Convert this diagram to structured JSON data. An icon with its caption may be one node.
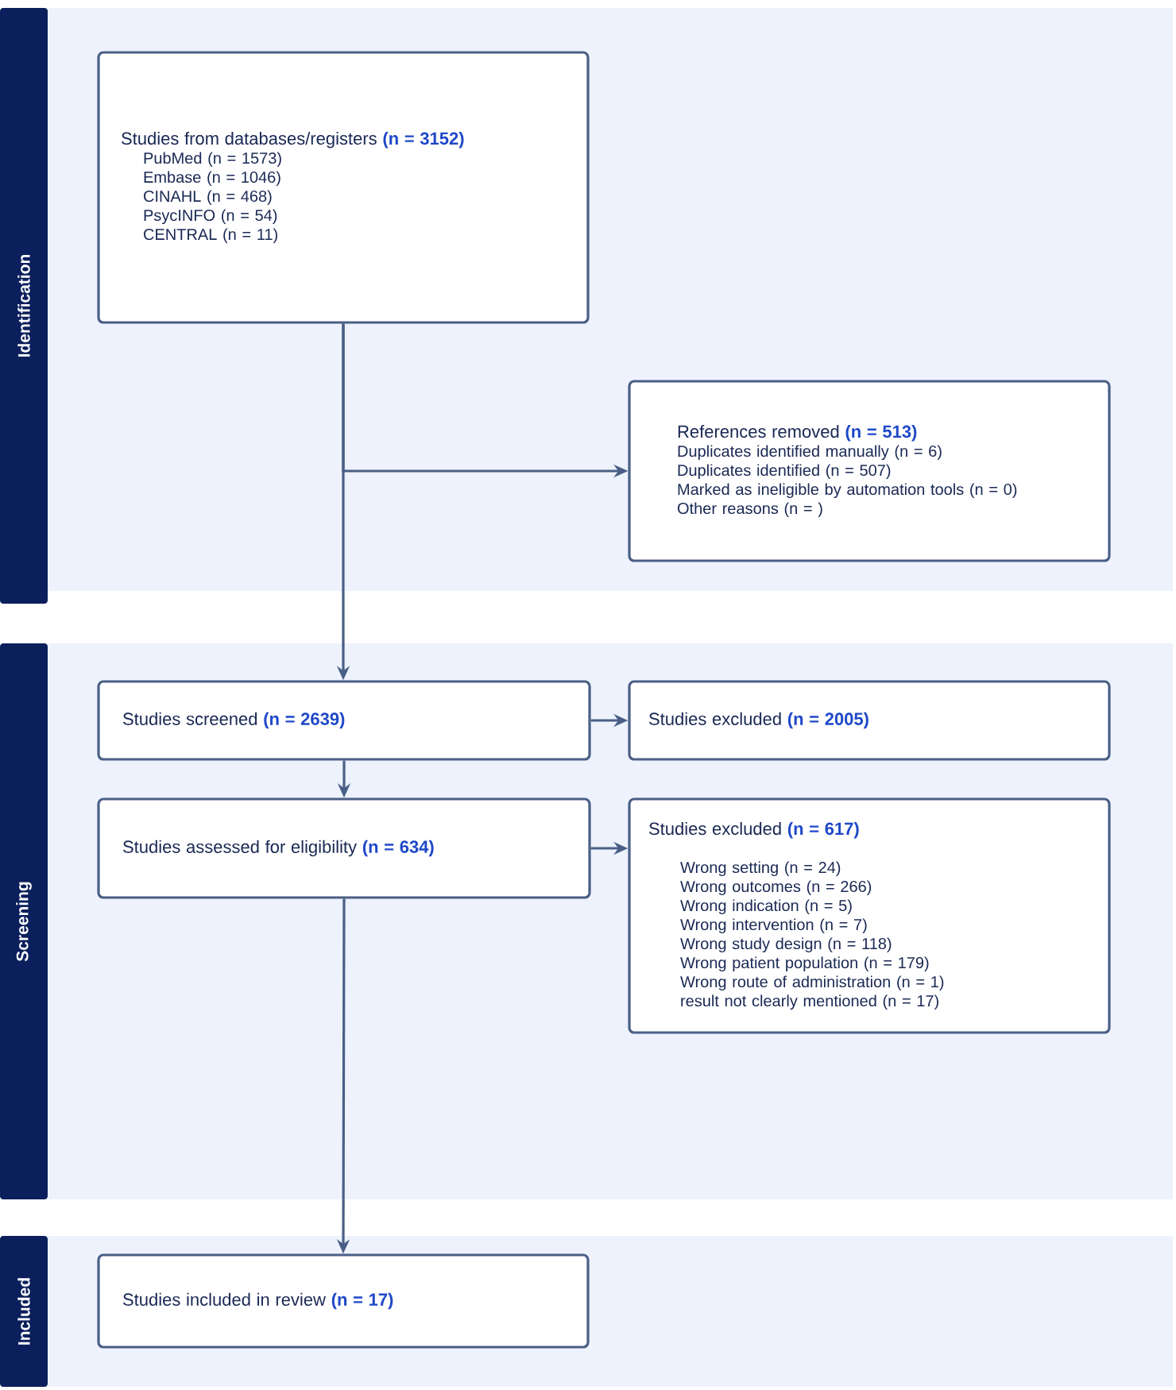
{
  "diagram": {
    "nodes": [
      {
        "text": [
          "Identification"
        ]
      },
      {
        "text": [
          "Screening"
        ]
      },
      {
        "text": [
          "Included"
        ]
      },
      {
        "text": [
          "Studies from databases/registers",
          "(n = 3152)",
          "PubMed (n = 1573)",
          "Embase (n = 1046)",
          "CINAHL (n = 468)",
          "PsycINFO (n = 54)",
          "CENTRAL (n = 11)"
        ],
        "in": 0
      },
      {
        "text": [
          "References removed",
          "(n = 513)",
          "Duplicates identified manually (n = 6)",
          "Duplicates identified (n = 507)",
          "Marked as ineligible by automation tools (n = 0)",
          "Other reasons (n = )"
        ],
        "in": 0
      },
      {
        "text": [
          "Studies screened",
          "(n = 2639)"
        ],
        "in": 1
      },
      {
        "text": [
          "Studies excluded",
          "(n = 2005)"
        ],
        "in": 1
      },
      {
        "text": [
          "Studies assessed for eligibility",
          "(n = 634)"
        ],
        "in": 1
      },
      {
        "text": [
          "Studies excluded",
          "(n = 617)",
          "Wrong setting (n = 24)",
          "Wrong outcomes (n = 266)",
          "Wrong indication (n = 5)",
          "Wrong intervention (n = 7)",
          "Wrong study design (n = 118)",
          "Wrong patient population (n = 179)",
          "Wrong route of administration (n = 1)",
          "result not clearly mentioned (n = 17)"
        ],
        "in": 1
      },
      {
        "text": [
          "Studies included in review",
          "(n = 17)"
        ],
        "in": 2
      }
    ],
    "edges": [
      {
        "from": 3,
        "to": 4,
        "arrow": "to"
      },
      {
        "from": 3,
        "to": 5,
        "arrow": "to"
      },
      {
        "from": 5,
        "to": 6,
        "arrow": "to"
      },
      {
        "from": 5,
        "to": 7,
        "arrow": "to"
      },
      {
        "from": 7,
        "to": 8,
        "arrow": "to"
      },
      {
        "from": 7,
        "to": 9,
        "arrow": "to"
      }
    ]
  }
}
